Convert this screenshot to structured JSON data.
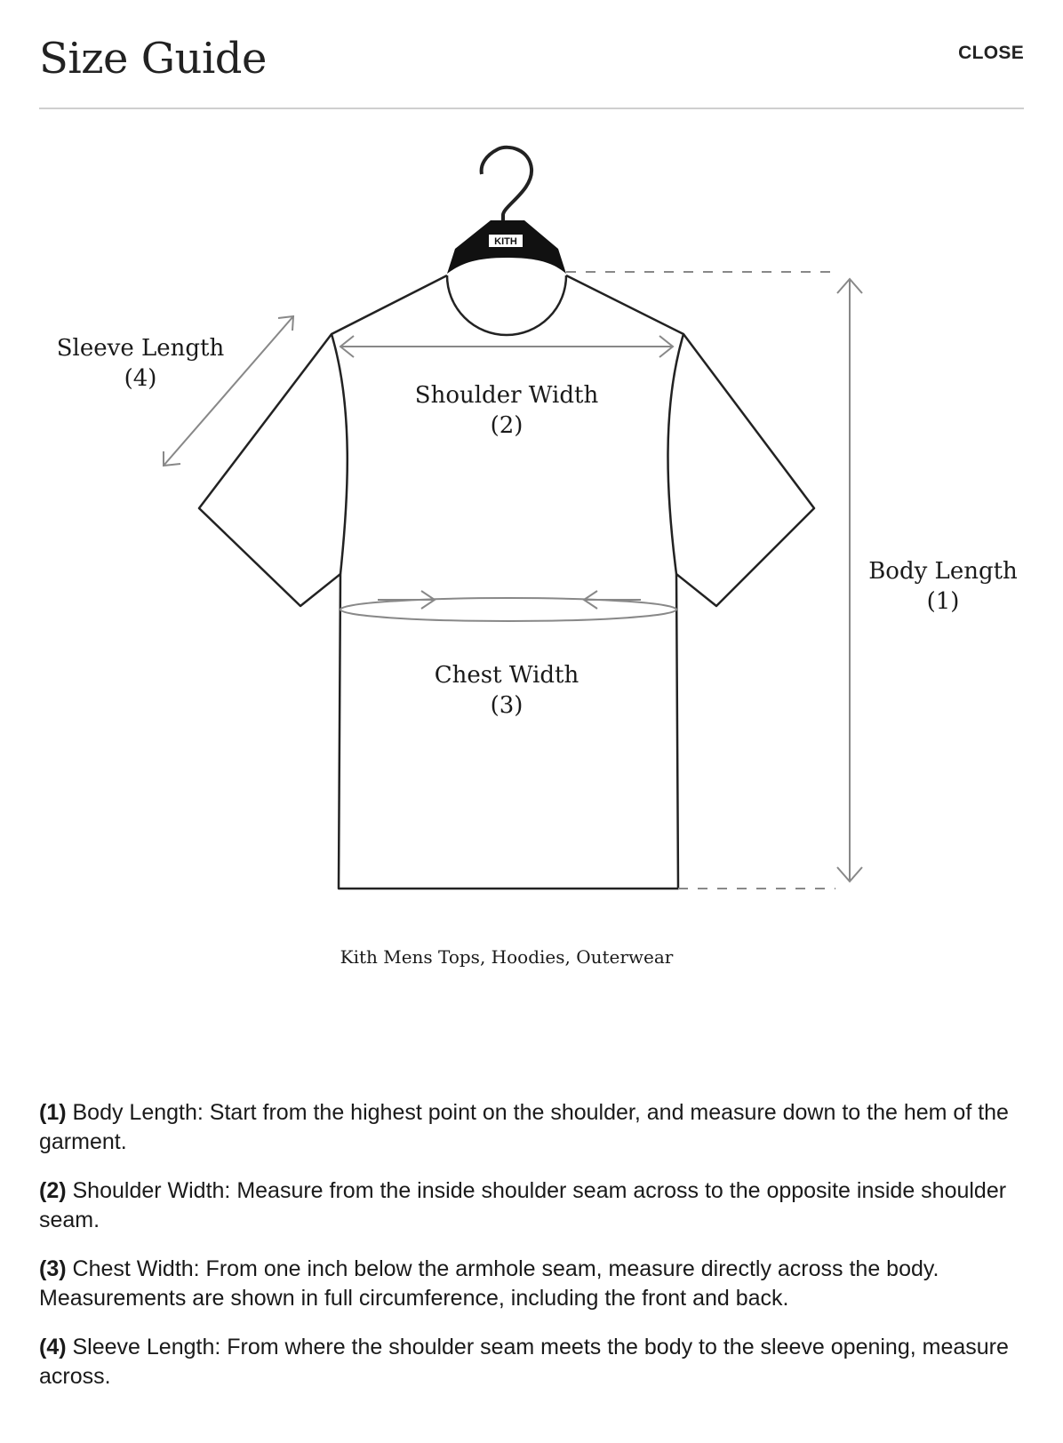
{
  "header": {
    "title": "Size Guide",
    "close_label": "CLOSE"
  },
  "diagram": {
    "hanger_logo": "KITH",
    "labels": {
      "sleeve_name": "Sleeve Length",
      "sleeve_num": "(4)",
      "shoulder_name": "Shoulder Width",
      "shoulder_num": "(2)",
      "body_name": "Body Length",
      "body_num": "(1)",
      "chest_name": "Chest Width",
      "chest_num": "(3)"
    },
    "caption": "Kith Mens Tops, Hoodies, Outerwear"
  },
  "descriptions": [
    {
      "num": "(1)",
      "text": " Body Length: Start from the highest point on the shoulder, and measure down to the hem of the garment."
    },
    {
      "num": "(2)",
      "text": " Shoulder Width: Measure from the inside shoulder seam across to the opposite inside shoulder seam."
    },
    {
      "num": "(3)",
      "text": " Chest Width: From one inch below the armhole seam, measure directly across the body. Measurements are shown in full circumference, including the front and back."
    },
    {
      "num": "(4)",
      "text": " Sleeve Length: From where the shoulder seam meets the body to the sleeve opening, measure across."
    }
  ]
}
